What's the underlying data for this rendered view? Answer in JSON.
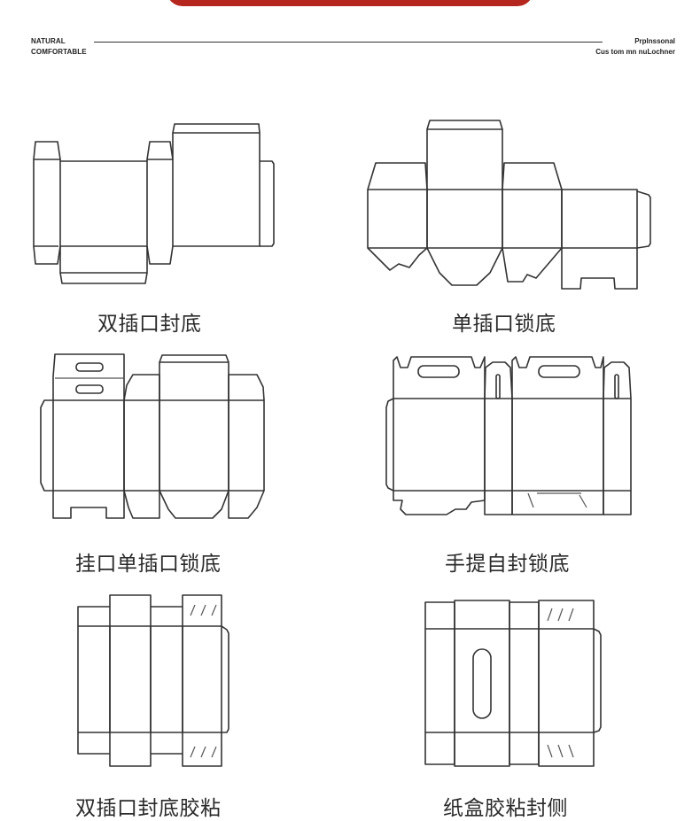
{
  "header": {
    "left_line1": "NATURAL",
    "left_line2": "COMFORTABLE",
    "right_line1": "Prplnssonal",
    "right_line2": "Cus tom mn nuLochner"
  },
  "colors": {
    "accent": "#b5261e",
    "line": "#333333"
  },
  "boxes": [
    {
      "label": "双插口封底"
    },
    {
      "label": "单插口锁底"
    },
    {
      "label": "挂口单插口锁底"
    },
    {
      "label": "手提自封锁底"
    },
    {
      "label": "双插口封底胶粘"
    },
    {
      "label": "纸盒胶粘封侧"
    }
  ]
}
